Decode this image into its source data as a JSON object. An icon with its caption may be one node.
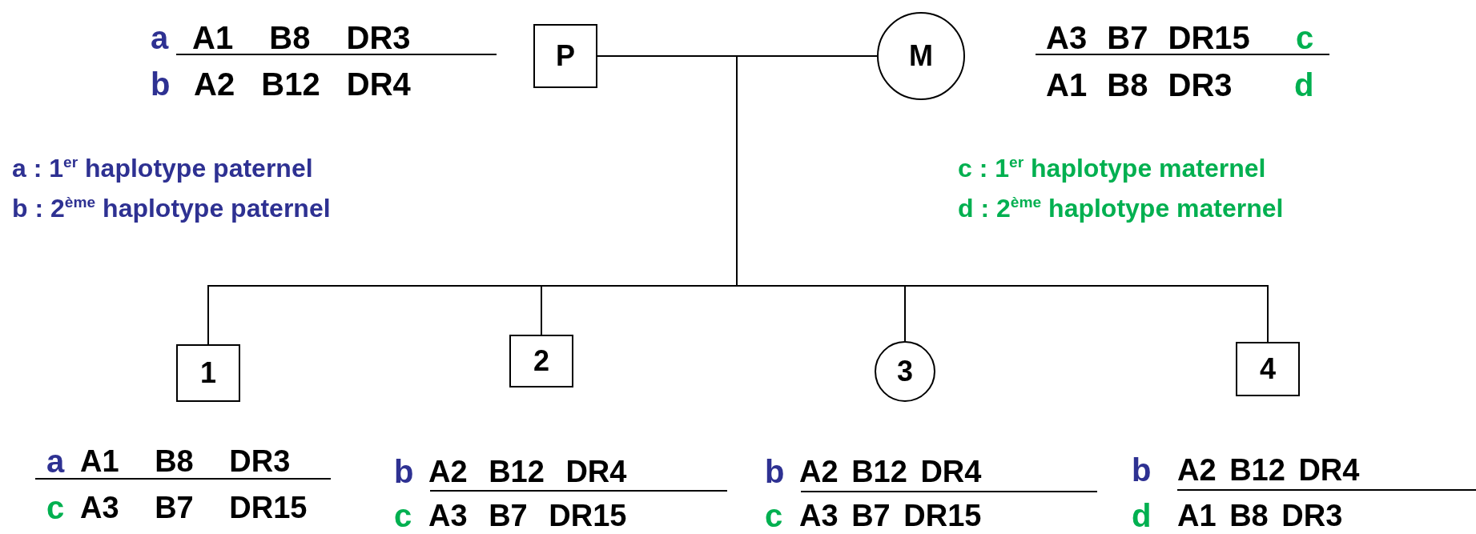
{
  "diagram": {
    "nodes": [
      {
        "text": [
          "P"
        ]
      },
      {
        "text": [
          "M"
        ]
      },
      {
        "text": [
          "1"
        ]
      },
      {
        "text": [
          "2"
        ]
      },
      {
        "text": [
          "3"
        ]
      },
      {
        "text": [
          "4"
        ]
      }
    ],
    "edges": [
      {
        "from": 0,
        "to": 1,
        "arrow": "none"
      },
      {
        "from": null,
        "to": 2,
        "arrow": "none"
      },
      {
        "from": null,
        "to": 3,
        "arrow": "none"
      },
      {
        "from": null,
        "to": 4,
        "arrow": "none"
      },
      {
        "from": null,
        "to": 5,
        "arrow": "none"
      }
    ],
    "labels": [
      "a",
      "A1 B8 DR3",
      "b",
      "A2 B12 DR4",
      "A3 B7 DR15",
      "c",
      "A1 B8 DR3",
      "d",
      "a : 1$^{er}$ haplotype paternel",
      "b : 2$^{ème}$ haplotype paternel",
      "c : 1$^{er}$ haplotype maternel",
      "d : 2$^{ème}$ haplotype maternel",
      "a",
      "A1 B8 DR3",
      "c",
      "A3 B7 DR15",
      "b",
      "A2 B12 DR4",
      "c",
      "A3 B7 DR15",
      "b",
      "A2 B12 DR4",
      "c",
      "A3 B7 DR15",
      "b",
      "A2 B12 DR4",
      "d",
      "A1 B8 DR3"
    ]
  }
}
